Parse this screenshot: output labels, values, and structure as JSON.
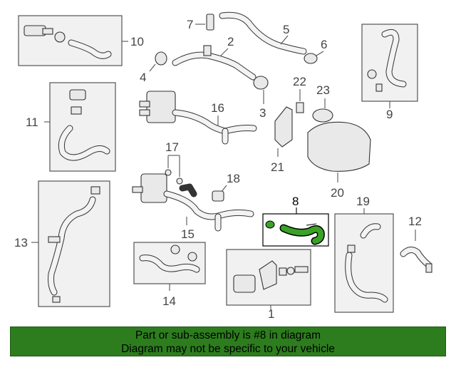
{
  "callouts": {
    "c1": "1",
    "c2": "2",
    "c3": "3",
    "c4": "4",
    "c5": "5",
    "c6": "6",
    "c7": "7",
    "c8": "8",
    "c9": "9",
    "c10": "10",
    "c11": "11",
    "c12": "12",
    "c13": "13",
    "c14": "14",
    "c15": "15",
    "c16": "16",
    "c17": "17",
    "c18": "18",
    "c19": "19",
    "c20": "20",
    "c21": "21",
    "c22": "22",
    "c23": "23"
  },
  "highlight": {
    "part_number": "8",
    "color": "#2d7d1e"
  },
  "banner": {
    "line1": "Part or sub-assembly is #8 in diagram",
    "line2": "Diagram may not be specific to your vehicle",
    "background": "#2d7d1e"
  }
}
